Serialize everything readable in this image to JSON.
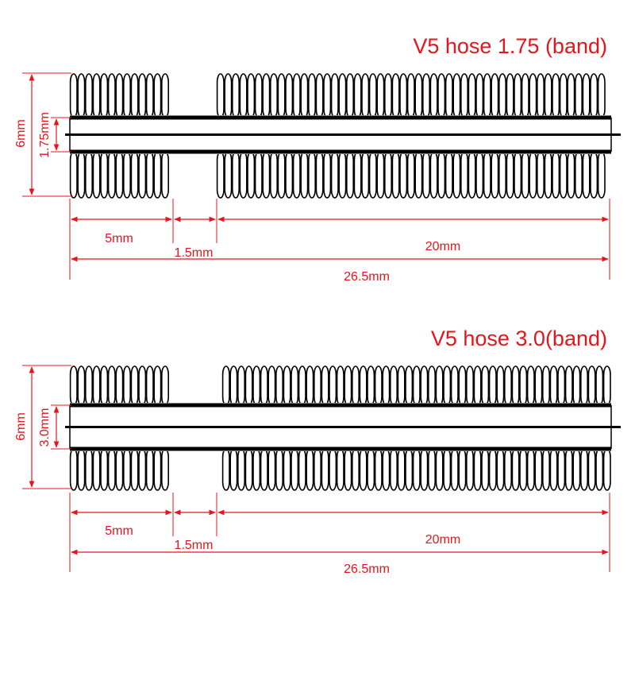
{
  "diagrams": [
    {
      "title": "V5 hose 1.75 (band)",
      "outer_height": "6mm",
      "inner_diameter": "1.75mm",
      "left_section": "5mm",
      "gap": "1.5mm",
      "right_section": "20mm",
      "total_length": "26.5mm"
    },
    {
      "title": "V5 hose 3.0(band)",
      "outer_height": "6mm",
      "inner_diameter": "3.0mm",
      "left_section": "5mm",
      "gap": "1.5mm",
      "right_section": "20mm",
      "total_length": "26.5mm"
    }
  ],
  "colors": {
    "dimension": "#e8141c",
    "drawing": "#000000"
  }
}
